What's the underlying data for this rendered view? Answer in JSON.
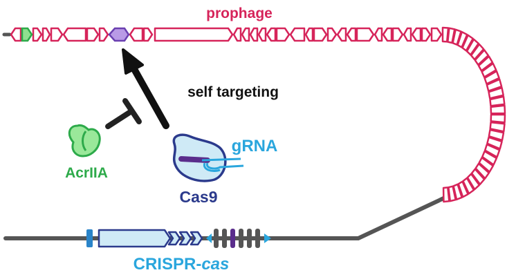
{
  "labels": {
    "prophage": "prophage",
    "self_targeting": "self targeting",
    "acr": "AcrIIA",
    "grna": "gRNA",
    "cas9": "Cas9",
    "crispr_prefix": "CRISPR-",
    "crispr_italic": "cas"
  },
  "colors": {
    "prophage": "#d6245a",
    "chromosome": "#555555",
    "cas_fill": "#cfeaf6",
    "cas_stroke": "#2b3a8c",
    "acr_fill": "#8fe08f",
    "acr_stroke": "#2daa4a",
    "grna": "#2aa6dd",
    "spacer": "#5a2d8c",
    "target_gene": "#b99ae6",
    "arrow": "#111111"
  },
  "icons": {
    "self_targeting_arrow": "arrow-up-left-icon",
    "inhibition": "t-bar-inhibition-icon",
    "acr_protein": "acr-protein-icon",
    "cas9_protein": "cas9-protein-icon"
  }
}
